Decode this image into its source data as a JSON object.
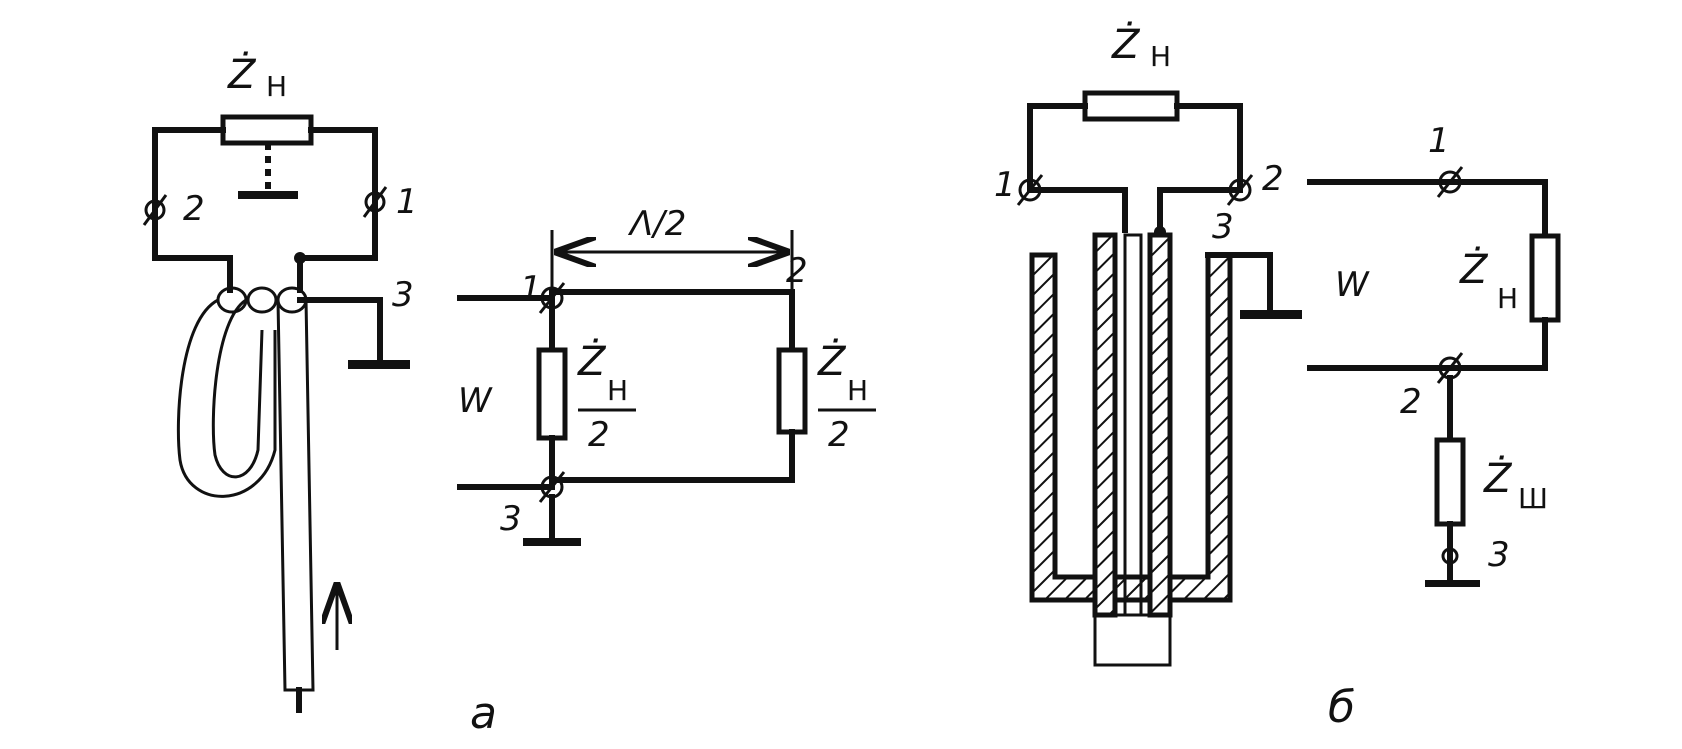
{
  "labels": {
    "zh": "Ż",
    "h_sub": "H",
    "zh_half_den": "2",
    "lambda_half": "Λ/2",
    "w": "W",
    "zsh_sub": "Ш",
    "n1": "1",
    "n2": "2",
    "n3": "3",
    "caption_a": "a",
    "caption_b": "б"
  }
}
